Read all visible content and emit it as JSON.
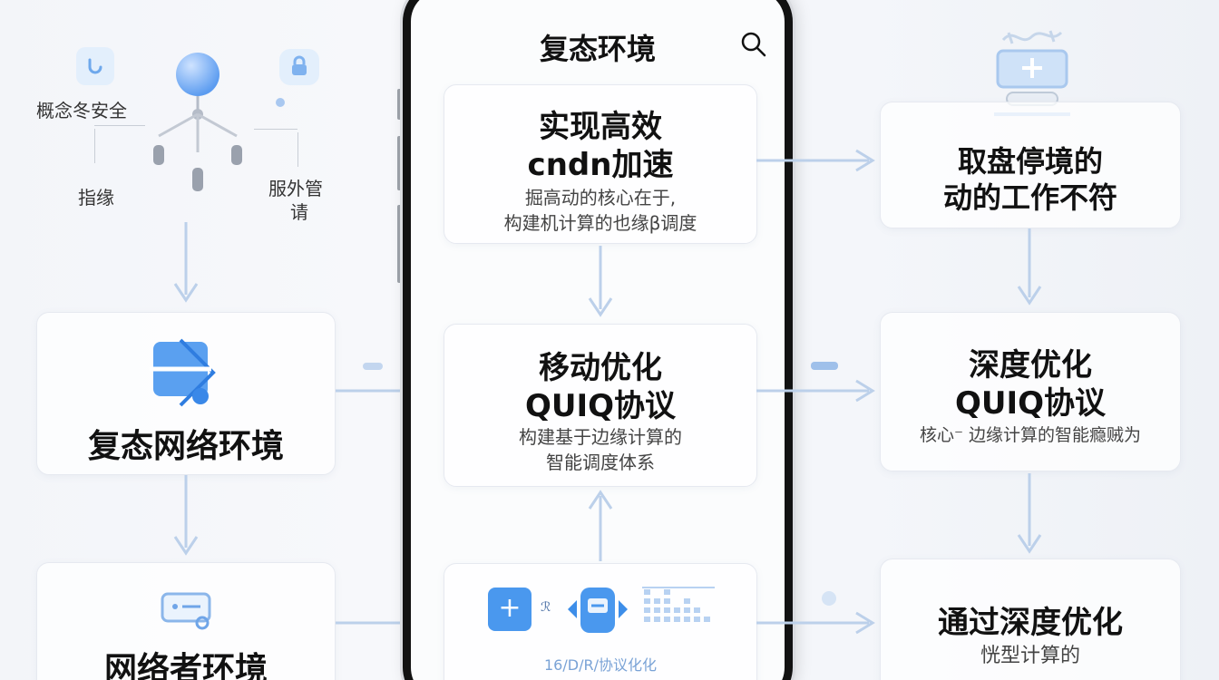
{
  "phone": {
    "title": "复态环境",
    "icons": {
      "search": "search-icon"
    }
  },
  "center": {
    "card1": {
      "title_line1": "实现高效",
      "title_line2": "cndn加速",
      "sub_line1": "掘高动的核心在于,",
      "sub_line2": "构建机计算的也缘β调度"
    },
    "card2": {
      "title_line1": "移动优化",
      "title_line2": "QUIQ协议",
      "sub_line1": "构建基于边缘计算的",
      "sub_line2": "智能调度体系"
    },
    "card3": {
      "caption": "16/D/R/协议化化"
    }
  },
  "left": {
    "top": {
      "label_tl": "概念冬安全",
      "label_bl": "指缘",
      "label_br_line1": "服外管",
      "label_br_line2": "请"
    },
    "card1": {
      "title": "复态网络环境"
    },
    "card2": {
      "title": "网络者环境"
    }
  },
  "right": {
    "card1": {
      "title_line1": "取盘停境的",
      "title_line2": "动的工作不符"
    },
    "card2": {
      "title_line1": "深度优化",
      "title_line2": "QUIQ协议",
      "sub": "核心⁻ 边缘计算的智能瘾贼为"
    },
    "card3": {
      "title": "通过深度优化",
      "sub": "恍型计算的"
    }
  },
  "colors": {
    "accent": "#4a90e2",
    "arrow": "#b8cde8",
    "node": "#9aa1ad",
    "icon_blue": "#5aa0f0"
  }
}
